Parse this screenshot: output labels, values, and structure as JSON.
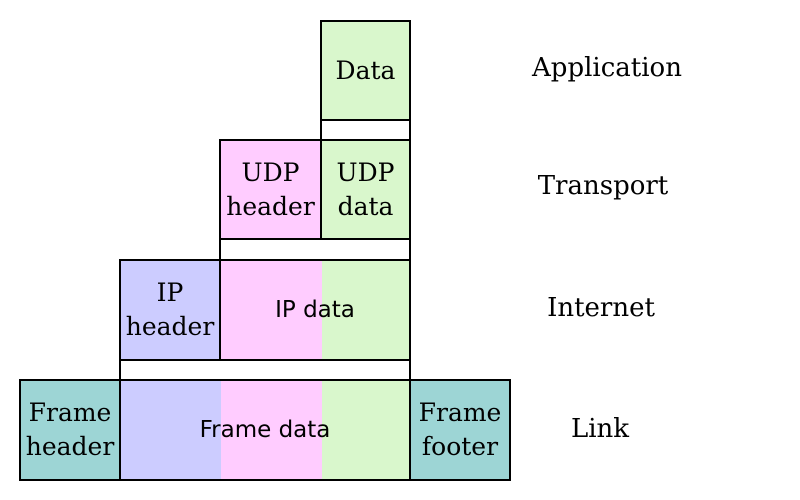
{
  "layers": {
    "application": {
      "label": "Application",
      "data_label": "Data"
    },
    "transport": {
      "label": "Transport",
      "header_label": "UDP\nheader",
      "data_label": "UDP\ndata"
    },
    "internet": {
      "label": "Internet",
      "header_label": "IP\nheader",
      "data_label": "IP data"
    },
    "link": {
      "label": "Link",
      "header_label": "Frame\nheader",
      "data_label": "Frame data",
      "footer_label": "Frame\nfooter"
    }
  },
  "colors": {
    "application_data": "#d9f7cc",
    "udp_header": "#ffccff",
    "ip_header": "#ccccff",
    "frame_header_footer": "#9dd5d5"
  }
}
